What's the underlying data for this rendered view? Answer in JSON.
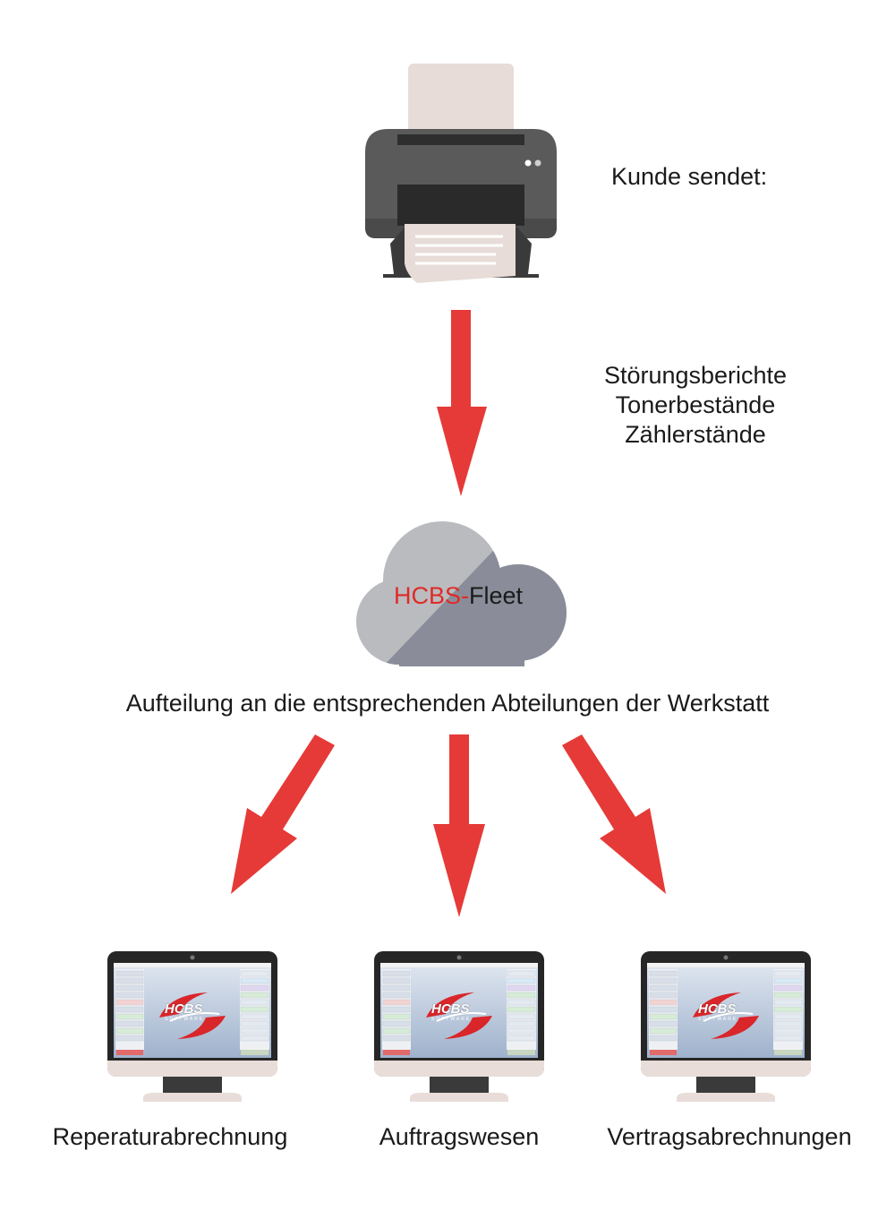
{
  "source": {
    "label": "Kunde sendet:",
    "items": [
      "Störungsberichte",
      "Tonerbestände",
      "Zählerstände"
    ]
  },
  "cloud": {
    "brand_prefix": "HCBS-",
    "brand_suffix": "Fleet"
  },
  "distribution_text": "Aufteilung an die entsprechenden Abteilungen der Werkstatt",
  "departments": [
    {
      "label": "Reperaturabrechnung"
    },
    {
      "label": "Auftragswesen"
    },
    {
      "label": "Vertragsabrechnungen"
    }
  ],
  "screen_logo": {
    "title": "HCBS",
    "subtitle": "SOFTWARE"
  },
  "colors": {
    "arrow": "#e53a37",
    "brand_red": "#e02a26",
    "cloud_light": "#b9bbbf",
    "cloud_dark": "#8a8d99",
    "printer_body": "#5a5a5a"
  }
}
